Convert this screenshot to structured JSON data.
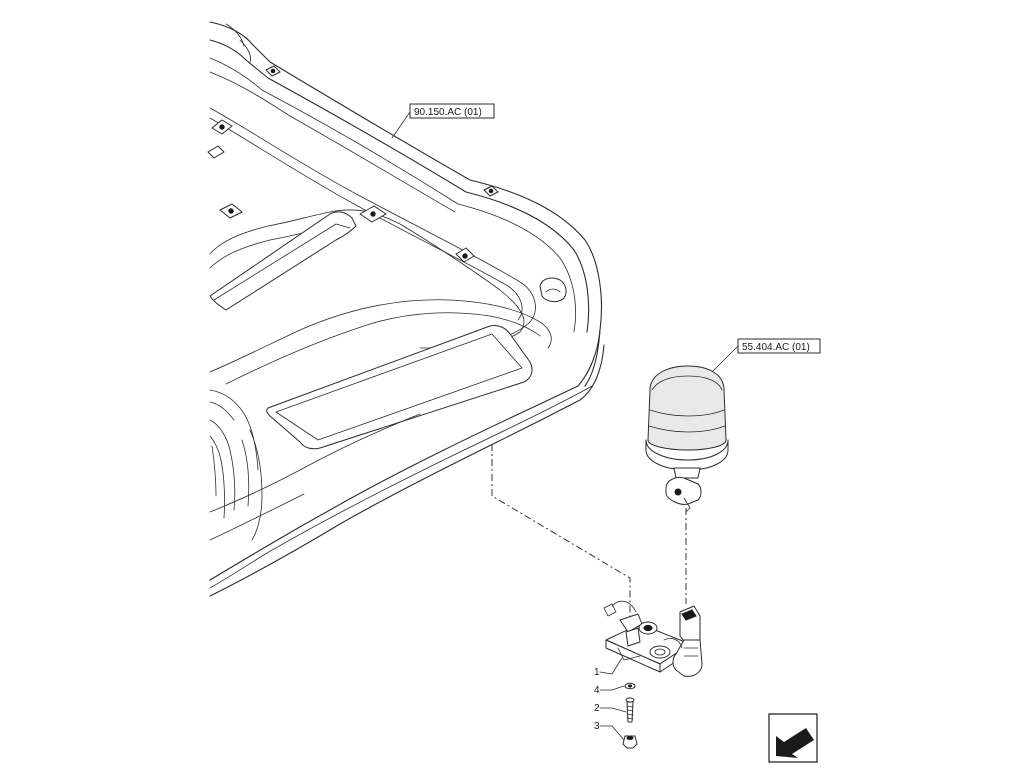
{
  "references": {
    "roof_ref": "90.150.AC (01)",
    "beacon_ref": "55.404.AC (01)"
  },
  "item_numbers": {
    "bracket": "1",
    "washer": "4",
    "screw": "2",
    "nut": "3"
  },
  "nav_icon": "arrow-next-page-icon"
}
